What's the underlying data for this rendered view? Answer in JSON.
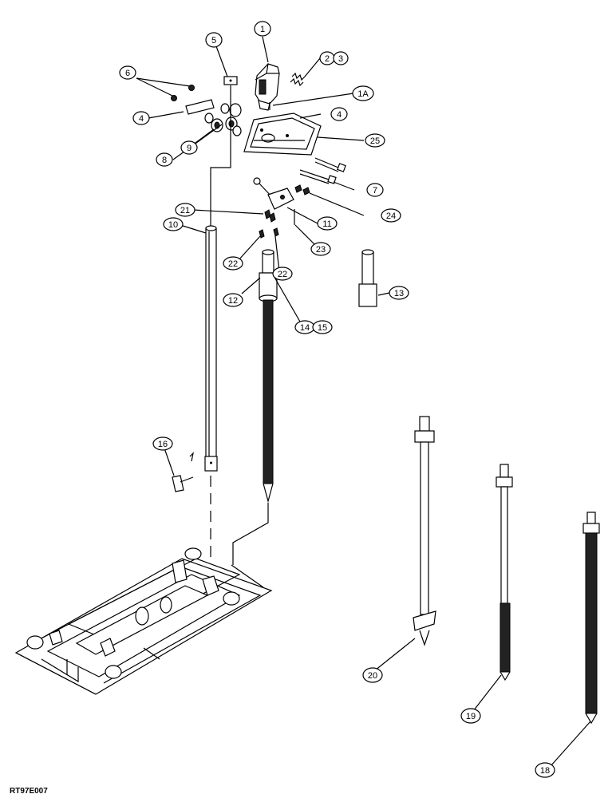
{
  "diagram": {
    "figure_code": "RT97E007",
    "callouts": [
      {
        "id": "c1",
        "label": "1"
      },
      {
        "id": "c2",
        "label": "2"
      },
      {
        "id": "c3",
        "label": "3"
      },
      {
        "id": "c1a",
        "label": "1A"
      },
      {
        "id": "c4a",
        "label": "4"
      },
      {
        "id": "c4b",
        "label": "4"
      },
      {
        "id": "c5",
        "label": "5"
      },
      {
        "id": "c6",
        "label": "6"
      },
      {
        "id": "c7",
        "label": "7"
      },
      {
        "id": "c8",
        "label": "8"
      },
      {
        "id": "c9",
        "label": "9"
      },
      {
        "id": "c10",
        "label": "10"
      },
      {
        "id": "c11",
        "label": "11"
      },
      {
        "id": "c12",
        "label": "12"
      },
      {
        "id": "c13",
        "label": "13"
      },
      {
        "id": "c14",
        "label": "14"
      },
      {
        "id": "c15",
        "label": "15"
      },
      {
        "id": "c16",
        "label": "16"
      },
      {
        "id": "c18",
        "label": "18"
      },
      {
        "id": "c19",
        "label": "19"
      },
      {
        "id": "c20",
        "label": "20"
      },
      {
        "id": "c21",
        "label": "21"
      },
      {
        "id": "c22a",
        "label": "22"
      },
      {
        "id": "c22b",
        "label": "22"
      },
      {
        "id": "c23",
        "label": "23"
      },
      {
        "id": "c24",
        "label": "24"
      },
      {
        "id": "c25",
        "label": "25"
      }
    ]
  }
}
